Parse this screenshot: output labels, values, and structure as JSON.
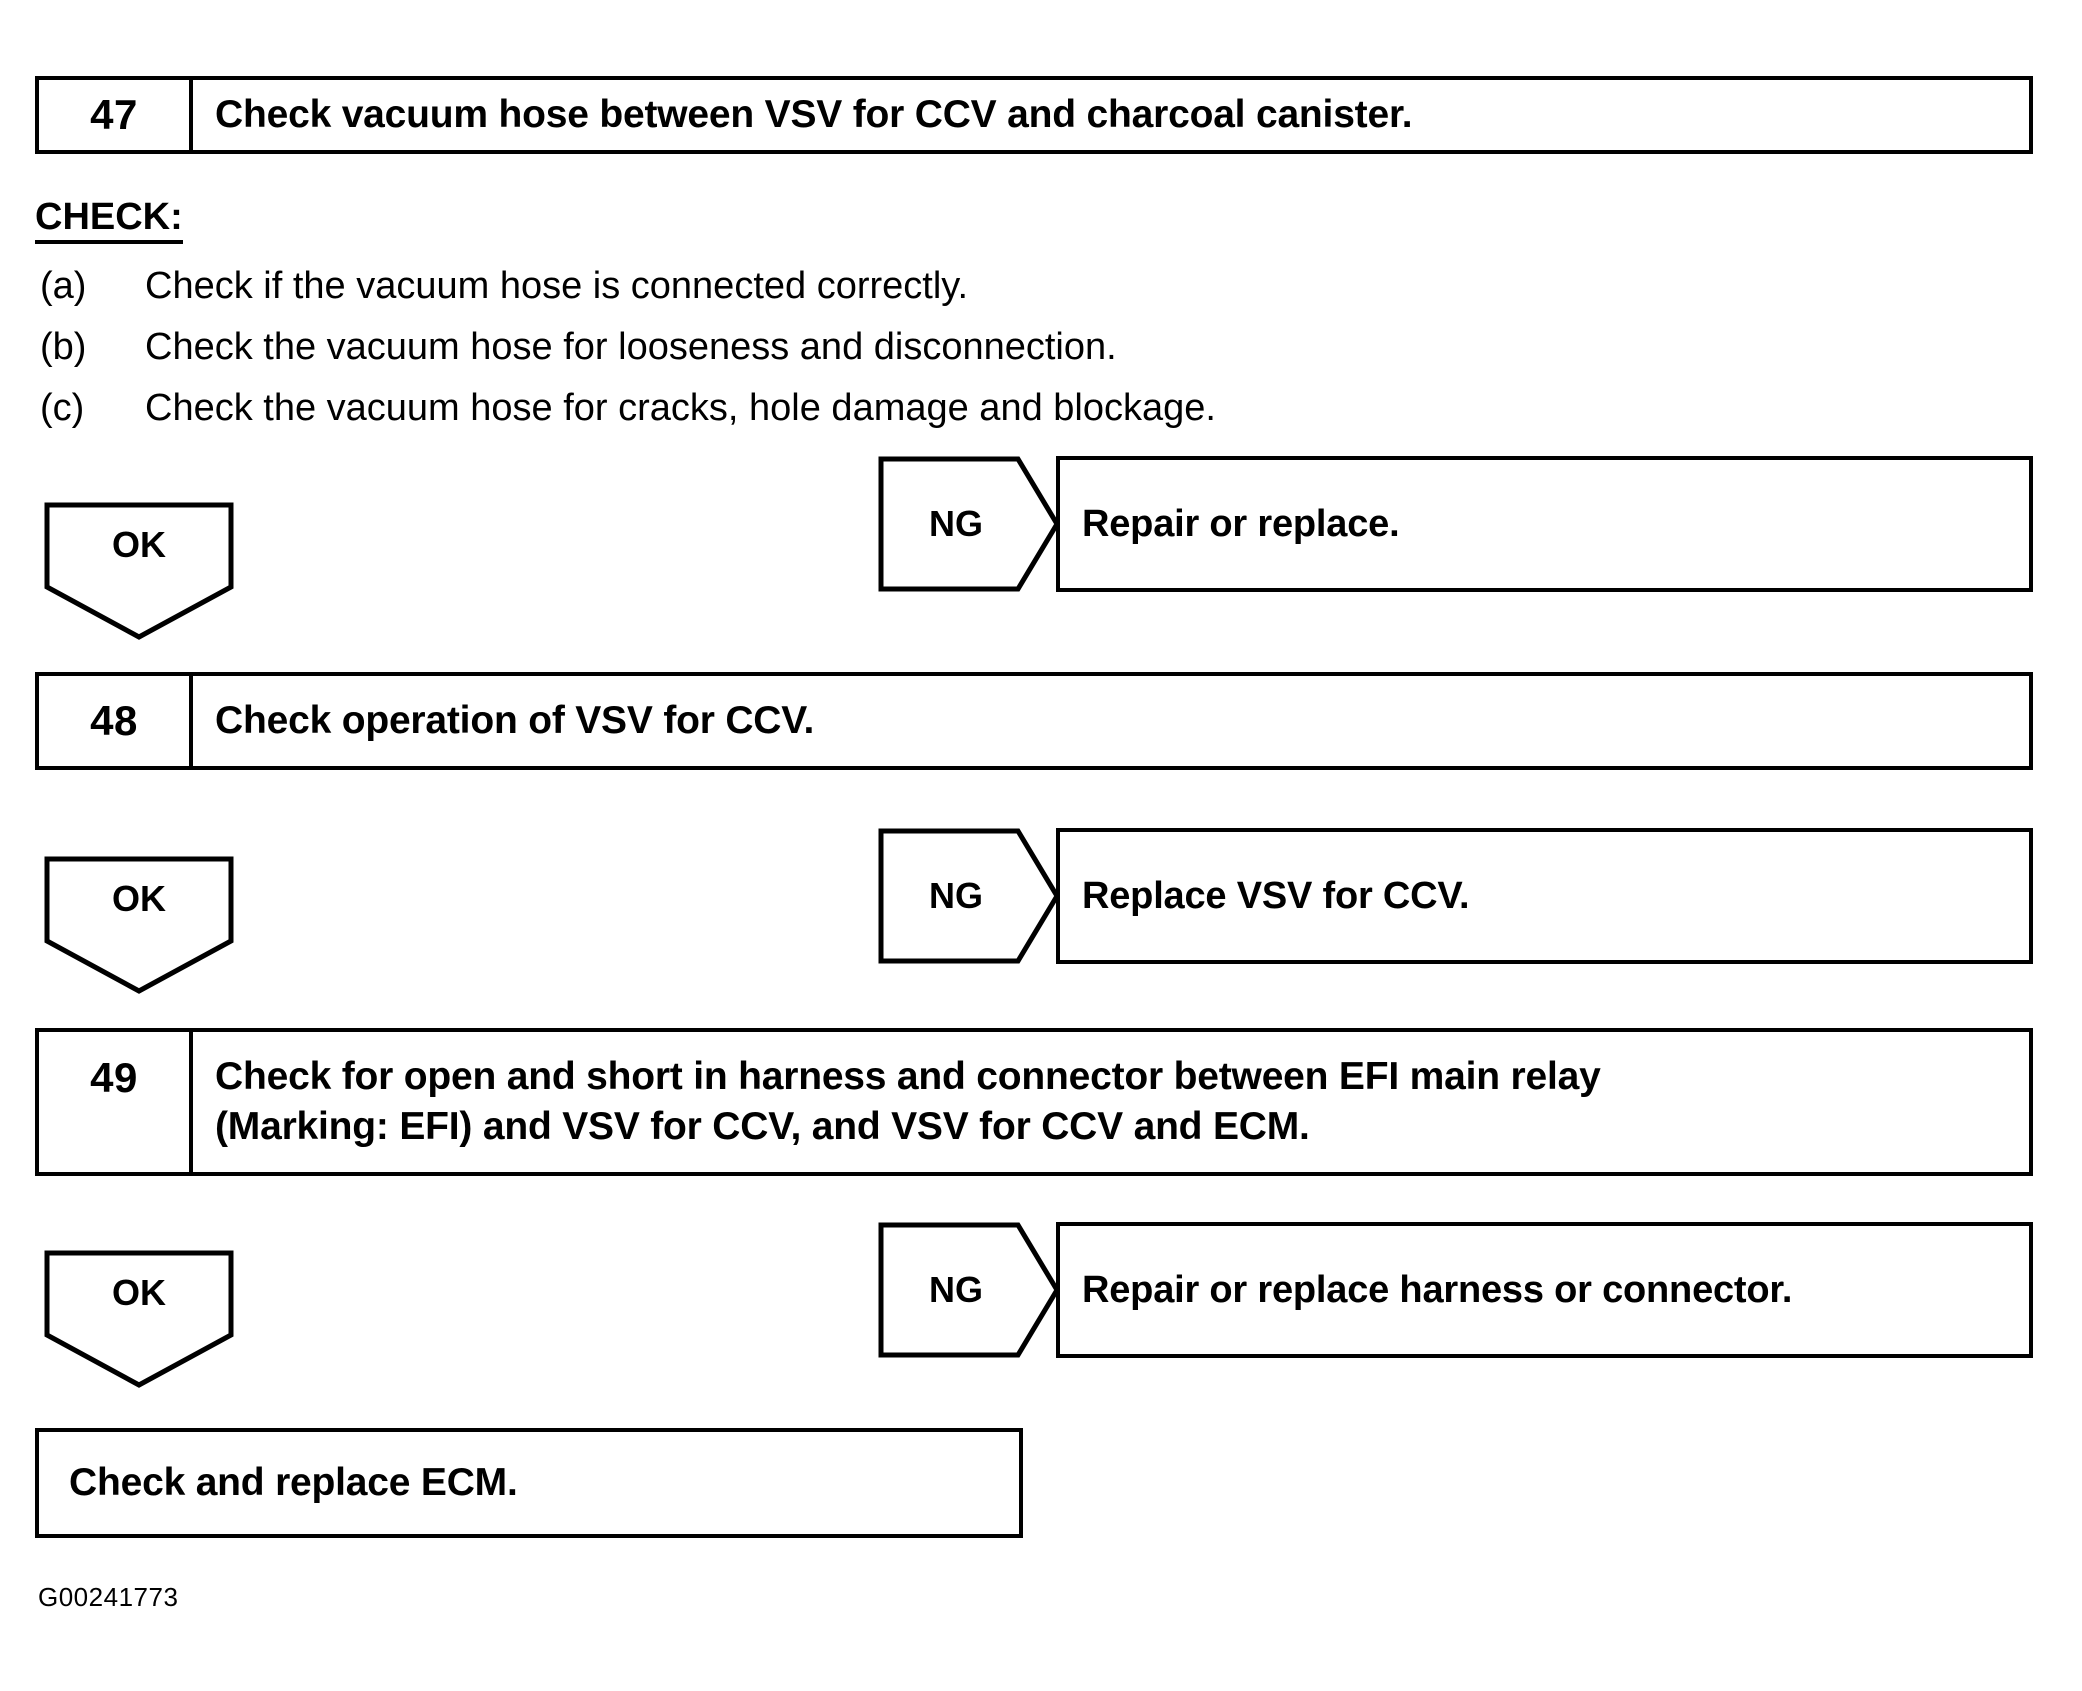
{
  "document": {
    "footer_code": "G00241773"
  },
  "steps": [
    {
      "number": "47",
      "text": "Check vacuum hose between VSV for CCV and charcoal canister."
    },
    {
      "number": "48",
      "text": "Check operation of VSV for CCV."
    },
    {
      "number": "49",
      "line1": "Check for open and short in harness and connector between EFI main relay",
      "line2": "(Marking: EFI) and VSV for CCV, and VSV for CCV and ECM."
    }
  ],
  "check_section": {
    "heading": "CHECK:",
    "items": [
      {
        "mark": "(a)",
        "text": "Check if the vacuum hose is connected correctly."
      },
      {
        "mark": "(b)",
        "text": "Check the vacuum hose for looseness and disconnection."
      },
      {
        "mark": "(c)",
        "text": "Check the vacuum hose for cracks, hole damage and blockage."
      }
    ]
  },
  "branches": [
    {
      "ok_label": "OK",
      "ng_label": "NG",
      "ng_result": "Repair or replace."
    },
    {
      "ok_label": "OK",
      "ng_label": "NG",
      "ng_result": "Replace VSV for CCV."
    },
    {
      "ok_label": "OK",
      "ng_label": "NG",
      "ng_result": "Repair or replace harness or connector."
    }
  ],
  "final": {
    "text": "Check and replace ECM."
  }
}
